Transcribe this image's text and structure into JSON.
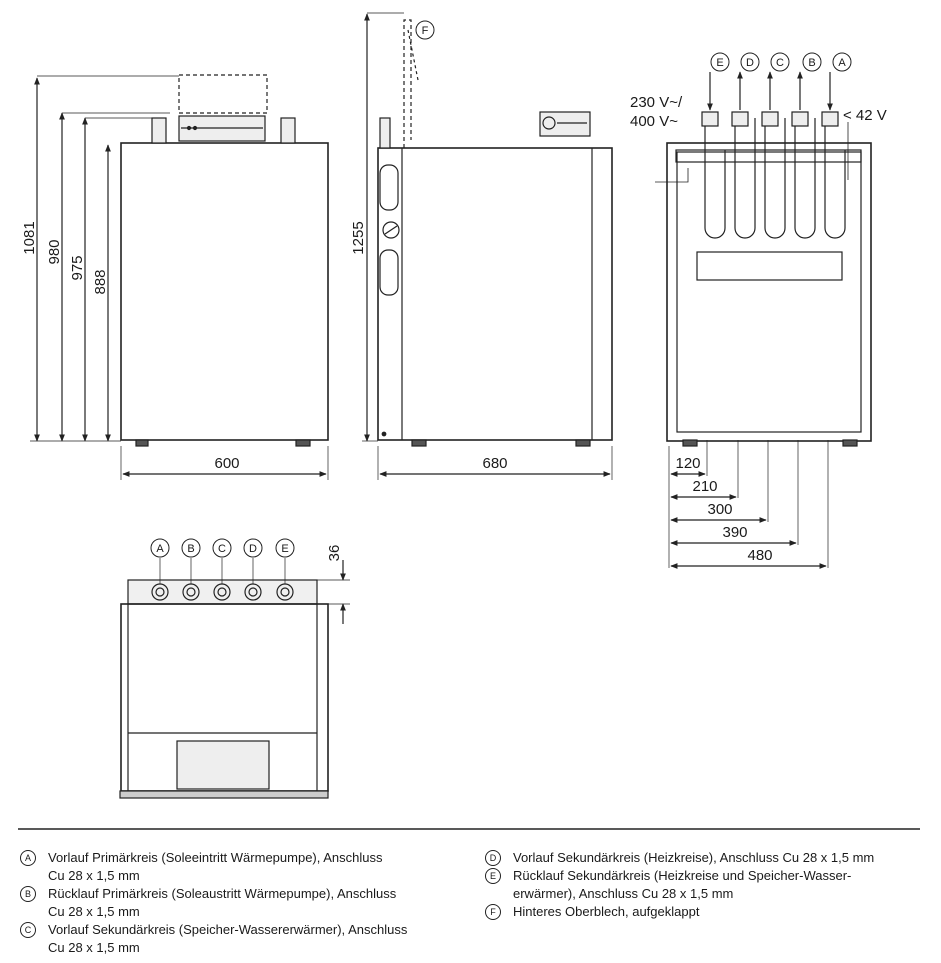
{
  "front_view": {
    "heights": [
      "1081",
      "980",
      "975",
      "888"
    ],
    "width": "600"
  },
  "side_view": {
    "height": "1255",
    "depth": "680",
    "flap_marker": "F"
  },
  "back_view": {
    "connections": [
      "E",
      "D",
      "C",
      "B",
      "A"
    ],
    "voltage_high_1": "230 V~/",
    "voltage_high_2": "400 V~",
    "voltage_low": "< 42 V",
    "offsets": [
      "120",
      "210",
      "300",
      "390",
      "480"
    ]
  },
  "top_view": {
    "connections": [
      "A",
      "B",
      "C",
      "D",
      "E"
    ],
    "depth": "36"
  },
  "legend": [
    {
      "mark": "A",
      "line1": "Vorlauf Primärkreis (Soleeintritt Wärmepumpe), Anschluss",
      "line2": "Cu 28 x 1,5 mm"
    },
    {
      "mark": "B",
      "line1": "Rücklauf Primärkreis (Soleaustritt Wärmepumpe), Anschluss",
      "line2": "Cu 28 x 1,5 mm"
    },
    {
      "mark": "C",
      "line1": "Vorlauf Sekundärkreis (Speicher-Wassererwärmer), Anschluss",
      "line2": "Cu 28 x 1,5 mm"
    },
    {
      "mark": "D",
      "line1": "Vorlauf Sekundärkreis (Heizkreise), Anschluss Cu 28 x 1,5 mm",
      "line2": ""
    },
    {
      "mark": "E",
      "line1": "Rücklauf Sekundärkreis (Heizkreise und Speicher-Wasser-",
      "line2": "erwärmer), Anschluss Cu 28 x 1,5 mm"
    },
    {
      "mark": "F",
      "line1": "Hinteres Oberblech, aufgeklappt",
      "line2": ""
    }
  ]
}
